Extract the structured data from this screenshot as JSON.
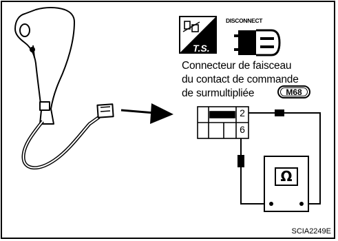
{
  "label": {
    "line1": "Connecteur de faisceau",
    "line2": "du contact de commande",
    "line3": "de surmultipliée"
  },
  "connector_code": "M68",
  "pins": {
    "top": "2",
    "bottom": "6"
  },
  "badges": {
    "ts": "T.S.",
    "disconnect": "DISCONNECT"
  },
  "meter_symbol": "Ω",
  "figure_code": "SCIA2249E",
  "icons": [
    "shift-lever-icon",
    "arrow-right-icon",
    "test-symbol-icon",
    "disconnect-connector-icon",
    "ohmmeter-icon"
  ]
}
